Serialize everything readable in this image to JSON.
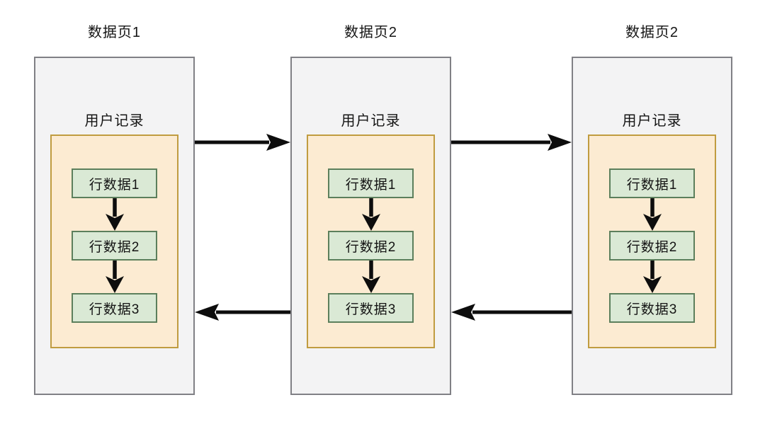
{
  "diagram": {
    "description_labels": {
      "top_arrow_direction": "right",
      "bottom_arrow_direction": "left"
    },
    "pages": [
      {
        "title": "数据页1",
        "record_label": "用户记录",
        "rows": [
          "行数据1",
          "行数据2",
          "行数据3"
        ]
      },
      {
        "title": "数据页2",
        "record_label": "用户记录",
        "rows": [
          "行数据1",
          "行数据2",
          "行数据3"
        ]
      },
      {
        "title": "数据页2",
        "record_label": "用户记录",
        "rows": [
          "行数据1",
          "行数据2",
          "行数据3"
        ]
      }
    ],
    "colors": {
      "page_fill": "#f3f3f4",
      "page_border": "#808085",
      "record_fill": "#fcebd2",
      "record_border": "#c09c40",
      "row_fill": "#dae9d5",
      "row_border": "#5c7f5c",
      "arrow": "#0d0d0d"
    }
  }
}
